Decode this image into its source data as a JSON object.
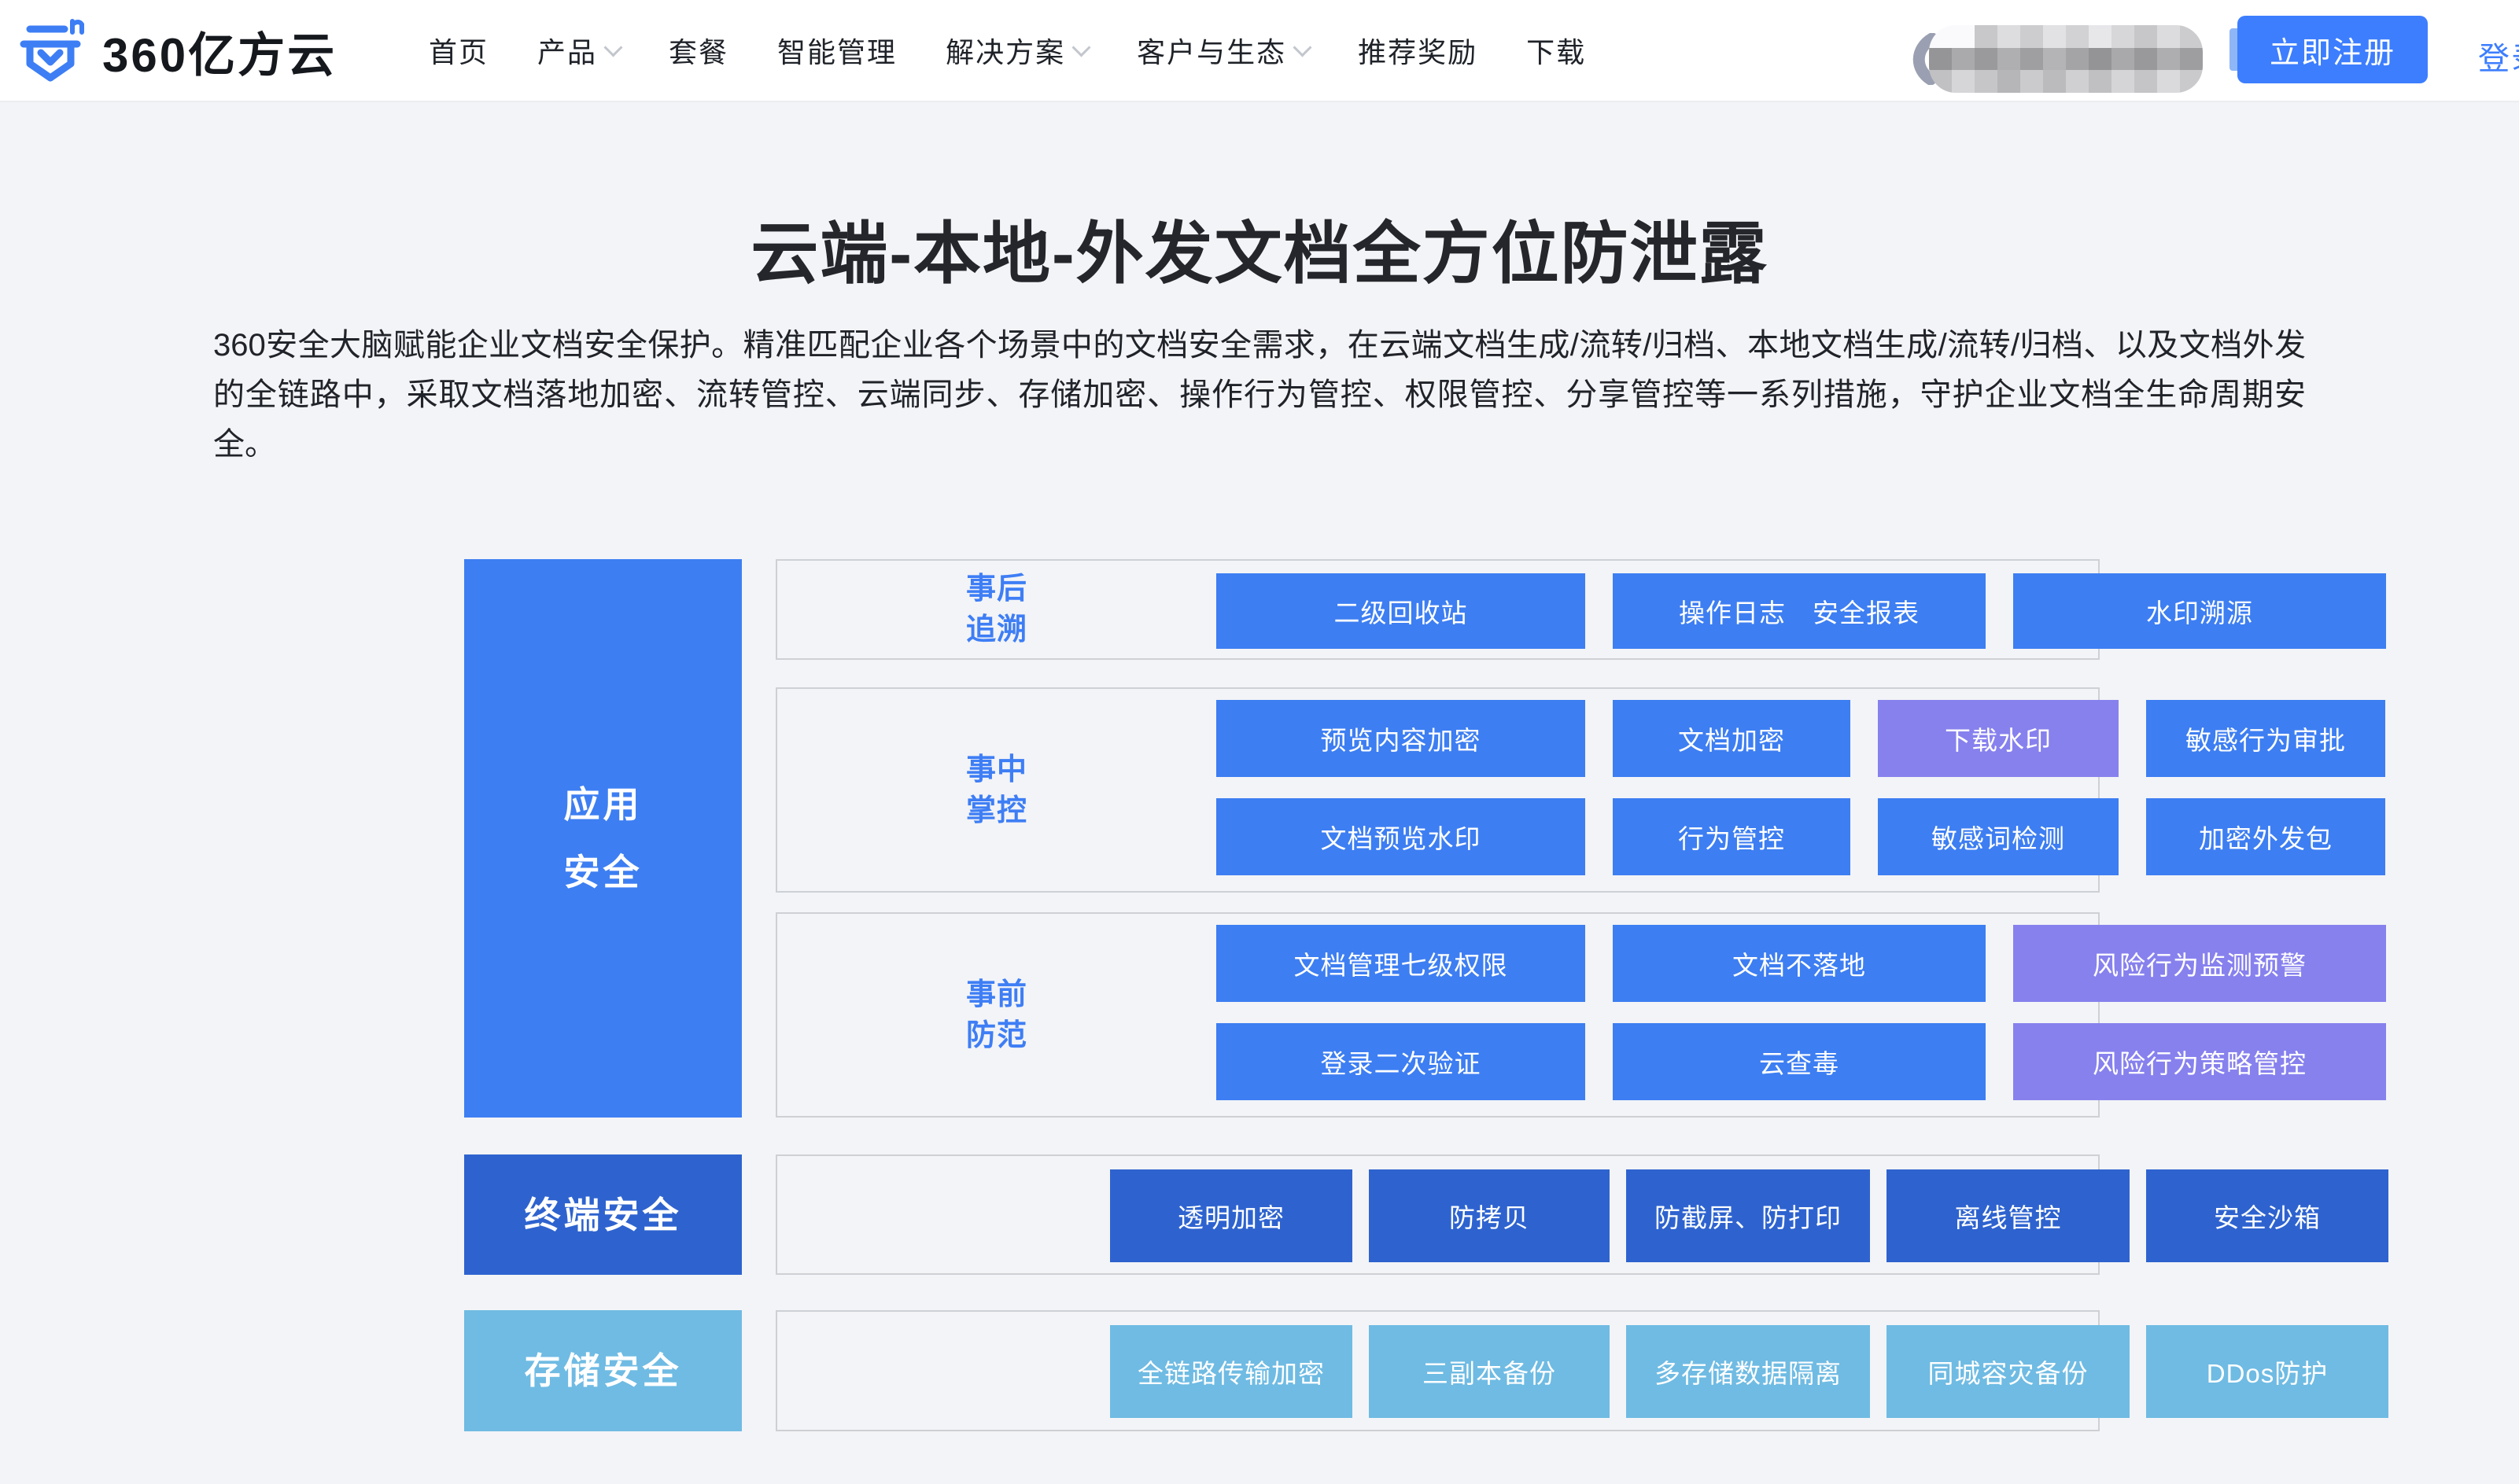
{
  "brand": {
    "name": "360亿方云"
  },
  "nav": {
    "items": [
      {
        "label": "首页",
        "dropdown": false
      },
      {
        "label": "产品",
        "dropdown": true
      },
      {
        "label": "套餐",
        "dropdown": false
      },
      {
        "label": "智能管理",
        "dropdown": false
      },
      {
        "label": "解决方案",
        "dropdown": true
      },
      {
        "label": "客户与生态",
        "dropdown": true
      },
      {
        "label": "推荐奖励",
        "dropdown": false
      },
      {
        "label": "下载",
        "dropdown": false
      }
    ]
  },
  "actions": {
    "register_label": "立即注册",
    "login_label": "登录",
    "phone_number": "(已打码 / redacted)"
  },
  "hero": {
    "title": "云端-本地-外发文档全方位防泄露",
    "description": "360安全大脑赋能企业文档安全保护。精准匹配企业各个场景中的文档安全需求，在云端文档生成/流转/归档、本地文档生成/流转/归档、以及文档外发的全链路中，采取文档落地加密、流转管控、云端同步、存储加密、操作行为管控、权限管控、分享管控等一系列措施，守护企业文档全生命周期安全。"
  },
  "colors": {
    "accent_blue": "#3d7ef2",
    "purple": "#8781ee",
    "dark_blue": "#2e63cf",
    "light_blue": "#6fbbe3",
    "label_blue": "#3e7ef5",
    "page_bg": "#f3f4f7"
  },
  "diagram": {
    "left_categories": [
      {
        "id": "app-security",
        "label": "应用\n安全",
        "variant": "blue"
      },
      {
        "id": "terminal-security",
        "label": "终端安全",
        "variant": "dark"
      },
      {
        "id": "storage-security",
        "label": "存储安全",
        "variant": "light"
      }
    ],
    "sections": [
      {
        "id": "post-event-trace",
        "label": "事后\n追溯",
        "rows": [
          [
            {
              "text": "二级回收站",
              "variant": "blue"
            },
            {
              "text": "操作日志　安全报表",
              "variant": "blue"
            },
            {
              "text": "水印溯源",
              "variant": "blue"
            }
          ]
        ]
      },
      {
        "id": "in-event-control",
        "label": "事中\n掌控",
        "rows": [
          [
            {
              "text": "预览内容加密",
              "variant": "blue"
            },
            {
              "text": "文档加密",
              "variant": "blue"
            },
            {
              "text": "下载水印",
              "variant": "purple"
            },
            {
              "text": "敏感行为审批",
              "variant": "blue"
            }
          ],
          [
            {
              "text": "文档预览水印",
              "variant": "blue"
            },
            {
              "text": "行为管控",
              "variant": "blue"
            },
            {
              "text": "敏感词检测",
              "variant": "blue"
            },
            {
              "text": "加密外发包",
              "variant": "blue"
            }
          ]
        ]
      },
      {
        "id": "pre-event-prevention",
        "label": "事前\n防范",
        "rows": [
          [
            {
              "text": "文档管理七级权限",
              "variant": "blue"
            },
            {
              "text": "文档不落地",
              "variant": "blue"
            },
            {
              "text": "风险行为监测预警",
              "variant": "purple"
            }
          ],
          [
            {
              "text": "登录二次验证",
              "variant": "blue"
            },
            {
              "text": "云查毒",
              "variant": "blue"
            },
            {
              "text": "风险行为策略管控",
              "variant": "purple"
            }
          ]
        ]
      },
      {
        "id": "terminal-features",
        "label": null,
        "rows": [
          [
            {
              "text": "透明加密",
              "variant": "dark"
            },
            {
              "text": "防拷贝",
              "variant": "dark"
            },
            {
              "text": "防截屏、防打印",
              "variant": "dark"
            },
            {
              "text": "离线管控",
              "variant": "dark"
            },
            {
              "text": "安全沙箱",
              "variant": "dark"
            }
          ]
        ]
      },
      {
        "id": "storage-features",
        "label": null,
        "rows": [
          [
            {
              "text": "全链路传输加密",
              "variant": "light"
            },
            {
              "text": "三副本备份",
              "variant": "light"
            },
            {
              "text": "多存储数据隔离",
              "variant": "light"
            },
            {
              "text": "同城容灾备份",
              "variant": "light"
            },
            {
              "text": "DDos防护",
              "variant": "light"
            }
          ]
        ]
      }
    ]
  }
}
